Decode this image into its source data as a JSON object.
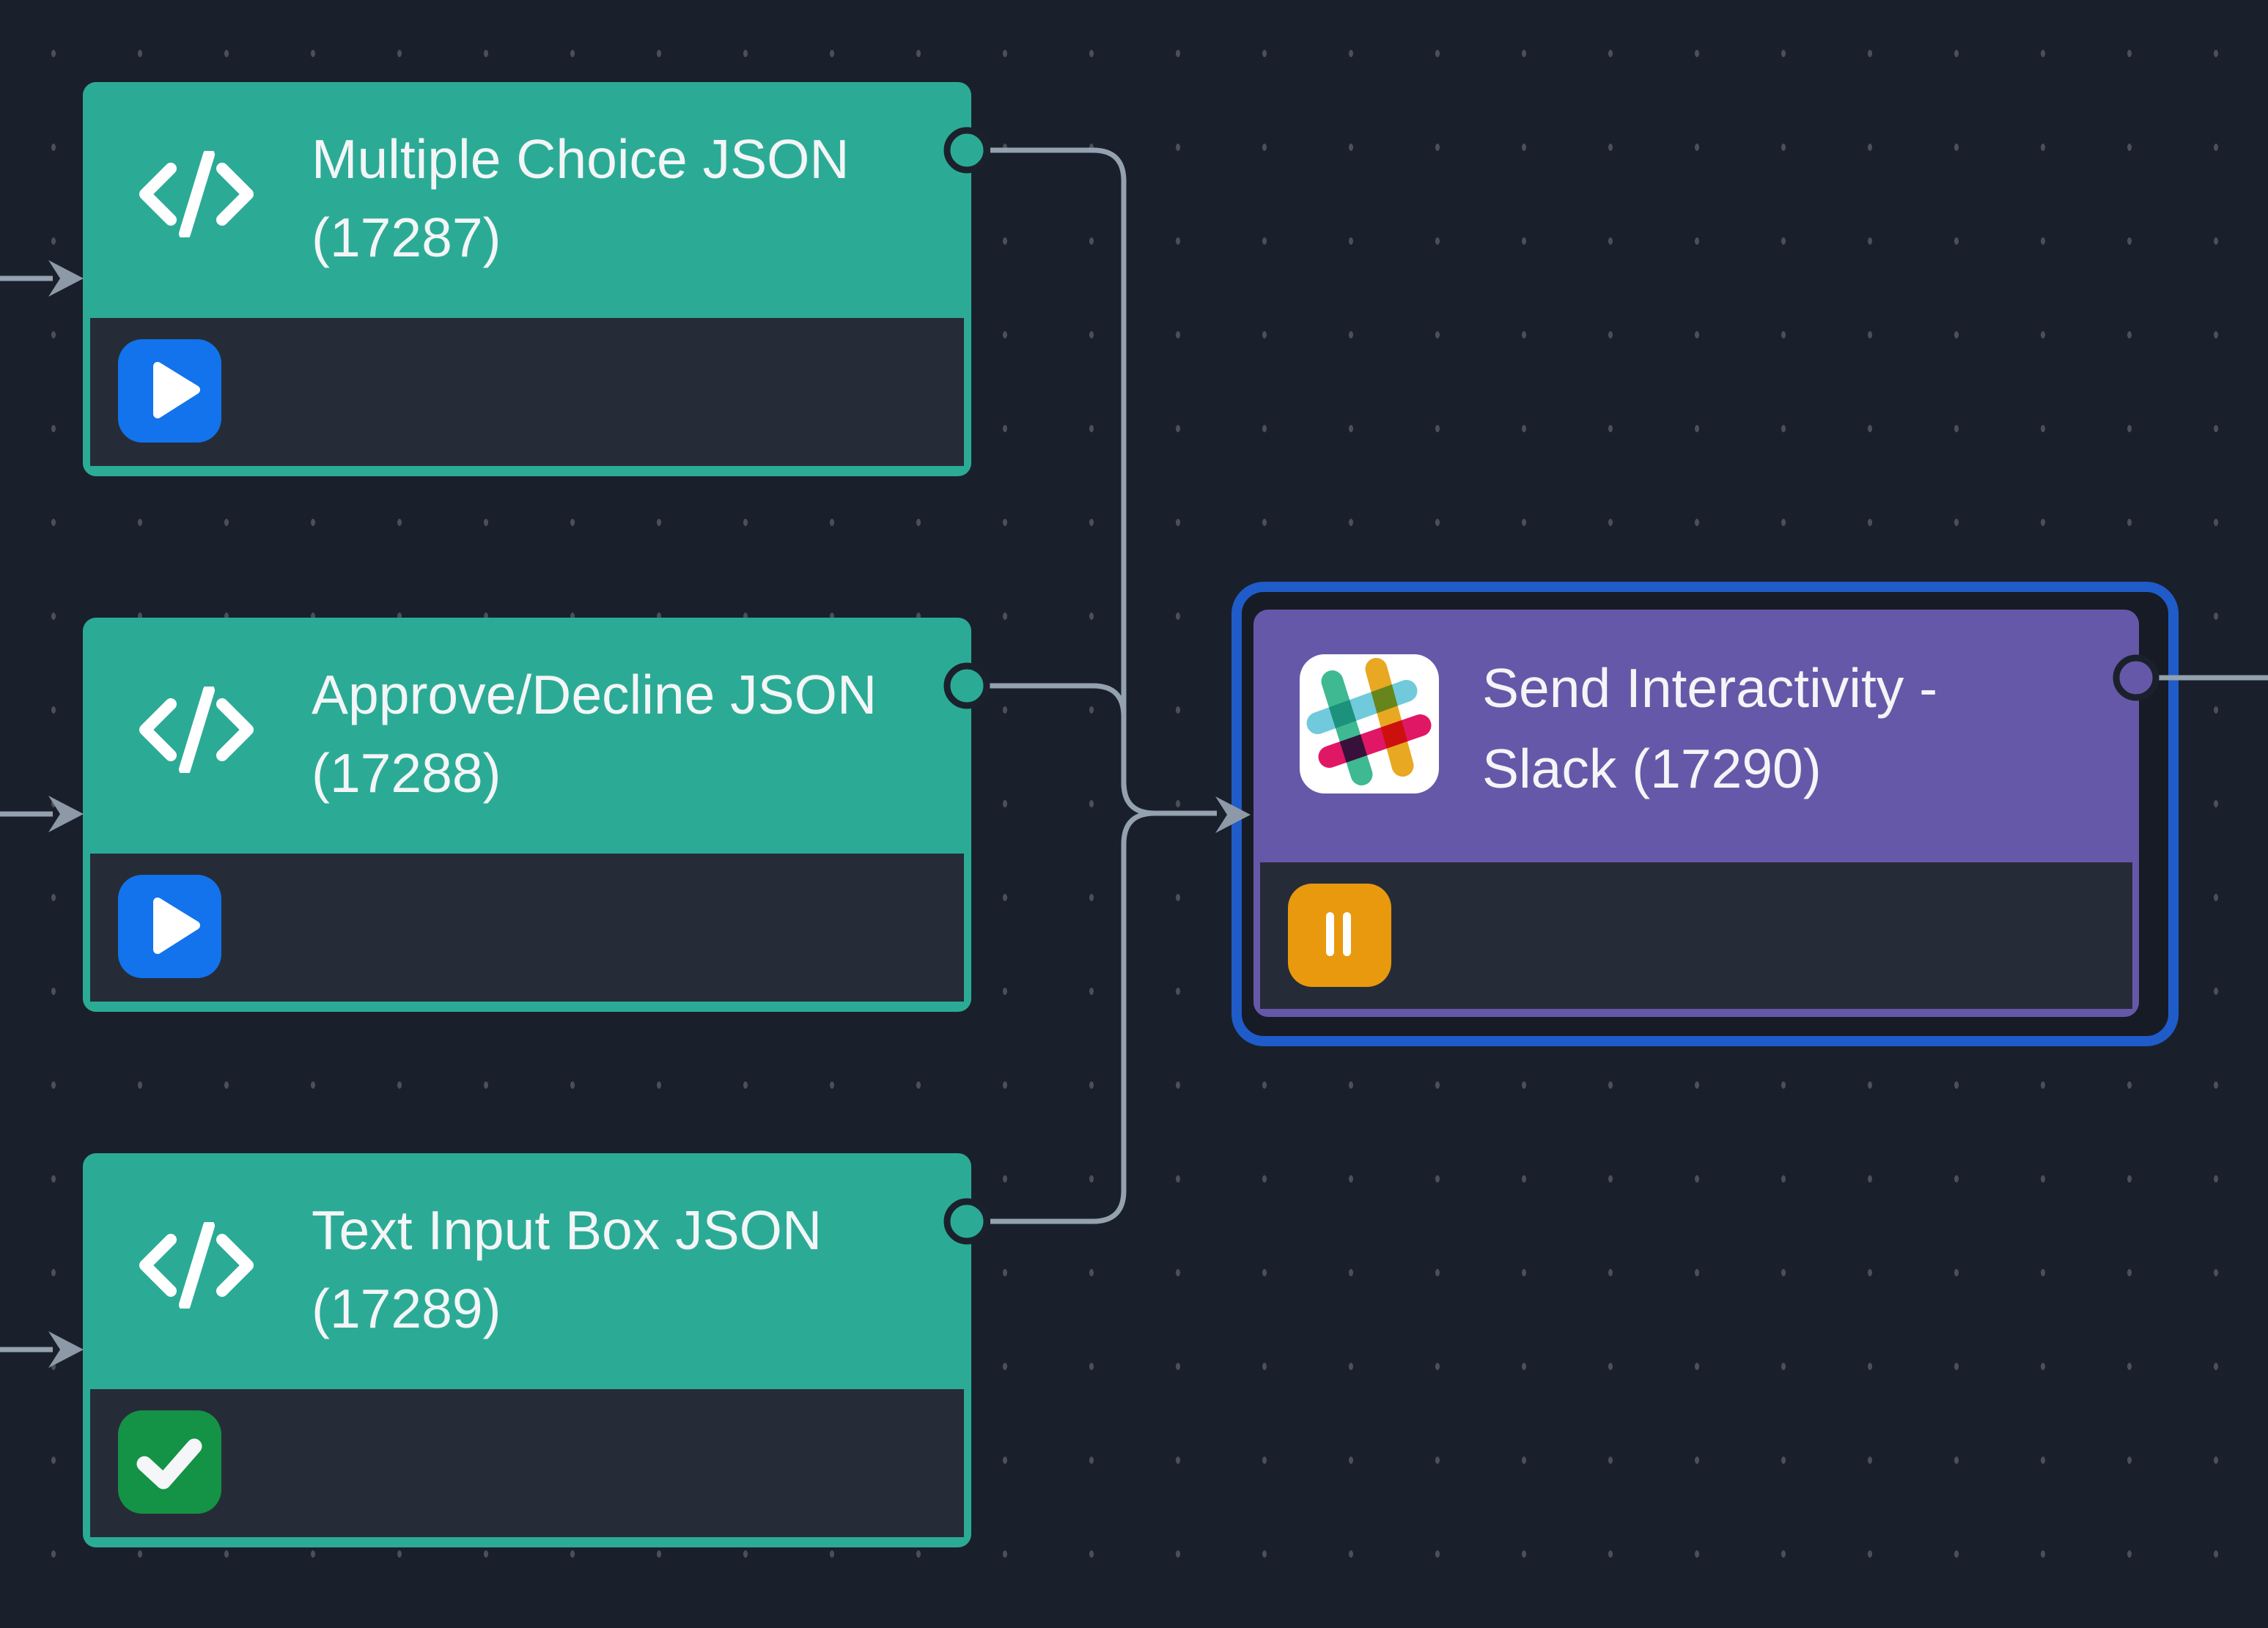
{
  "canvas": {
    "background_color": "#1a202b",
    "dot_color": "#4b4f57",
    "edge_color": "#94a1af",
    "arrow_color": "#8d99a7",
    "selection_color": "#1f5cc9",
    "node_body_color": "#262c37",
    "port_ring_color": "#1b212c"
  },
  "nodes": [
    {
      "id": "17287",
      "title": "Multiple Choice JSON (17287)",
      "title_line1": "Multiple Choice JSON",
      "title_line2": "(17287)",
      "icon": "code-icon",
      "header_color": "#2bab95",
      "status_icon": "play-icon",
      "status_color": "#1273ec",
      "selected": false
    },
    {
      "id": "17288",
      "title": "Approve/Decline JSON (17288)",
      "title_line1": "Approve/Decline JSON",
      "title_line2": "(17288)",
      "icon": "code-icon",
      "header_color": "#2bab95",
      "status_icon": "play-icon",
      "status_color": "#1273ec",
      "selected": false
    },
    {
      "id": "17289",
      "title": "Text Input Box JSON (17289)",
      "title_line1": "Text Input Box JSON",
      "title_line2": "(17289)",
      "icon": "code-icon",
      "header_color": "#2bab95",
      "status_icon": "check-icon",
      "status_color": "#149245",
      "selected": false
    },
    {
      "id": "17290",
      "title": "Send Interactivity - Slack (17290)",
      "title_line1": "Send Interactivity -",
      "title_line2": "Slack (17290)",
      "icon": "slack-icon",
      "header_color": "#6658a8",
      "status_icon": "pause-icon",
      "status_color": "#e8990e",
      "selected": true
    }
  ],
  "connections": [
    {
      "from": "17287",
      "to": "17290"
    },
    {
      "from": "17288",
      "to": "17290"
    },
    {
      "from": "17289",
      "to": "17290"
    }
  ],
  "slack_logo_colors": {
    "blue": "#70cadc",
    "green": "#3eb991",
    "yellow": "#e9a821",
    "pink": "#e01765"
  }
}
